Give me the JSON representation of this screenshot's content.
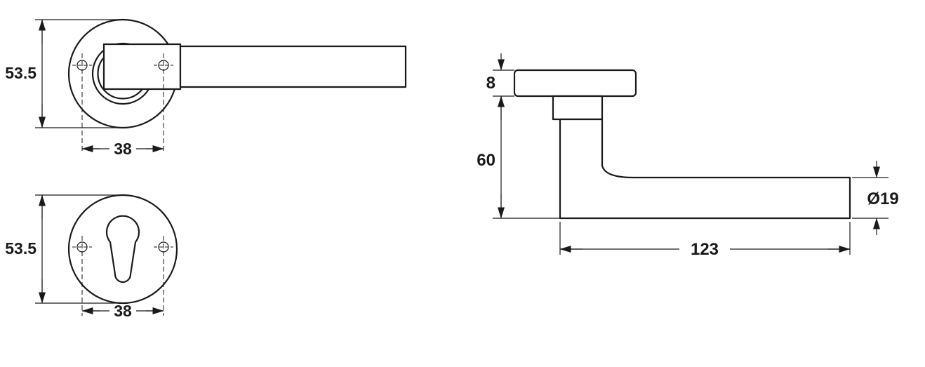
{
  "page": {
    "background": "#ffffff",
    "line_color": "#1a1a1a"
  },
  "views": {
    "handle_front": {
      "dimensions": {
        "rose_diameter": "53.5",
        "hole_spacing": "38"
      }
    },
    "escutcheon_front": {
      "dimensions": {
        "diameter": "53.5",
        "hole_spacing": "38"
      }
    },
    "handle_side": {
      "dimensions": {
        "rose_thickness": "8",
        "projection": "60",
        "grip_diameter": "Ø19",
        "grip_length": "123"
      }
    }
  }
}
